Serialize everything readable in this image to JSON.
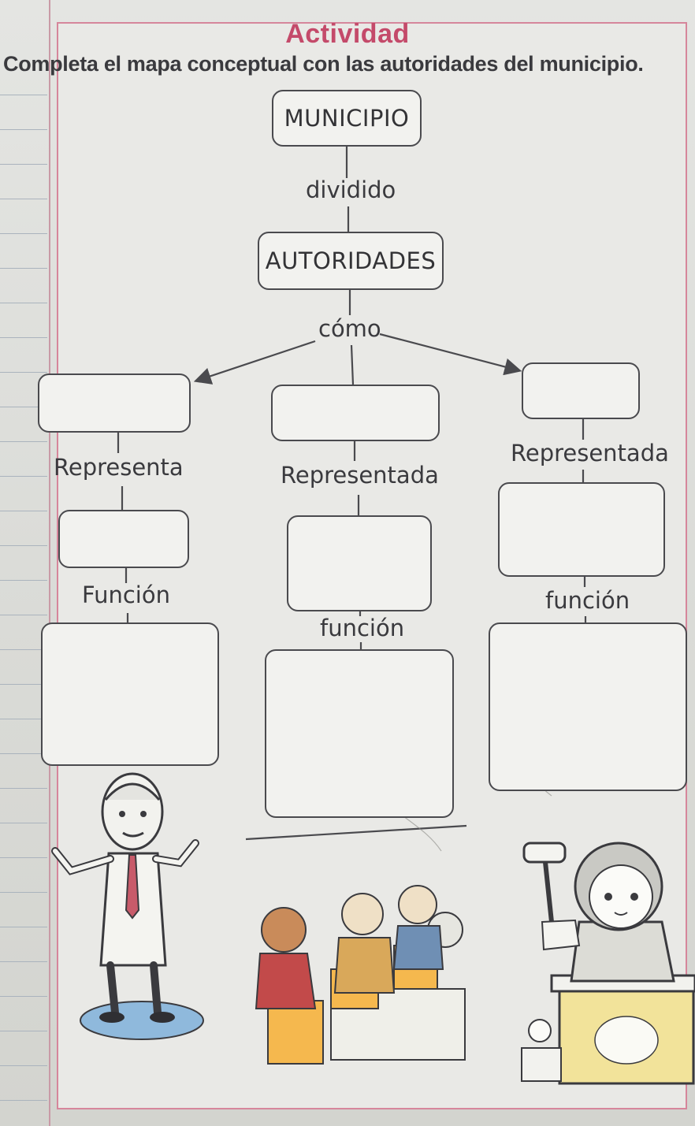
{
  "activity": {
    "title": "Actividad",
    "instruction": "Completa el mapa conceptual  con las autoridades del municipio."
  },
  "map": {
    "root": "MUNICIPIO",
    "link_root": "dividido",
    "authorities": "AUTORIDADES",
    "link_branch": "cómo",
    "left": {
      "link_represent": "Representa",
      "link_function": "Función"
    },
    "center": {
      "link_represent": "Representada",
      "link_function": "función"
    },
    "right": {
      "link_represent": "Representada",
      "link_function": "función"
    }
  },
  "colors": {
    "title": "#c44a6a",
    "frame": "#d6869b",
    "ink": "#4a4a4e"
  },
  "illustrations": {
    "left": "mayor-figure",
    "center": "council-figure",
    "right": "judge-figure"
  }
}
